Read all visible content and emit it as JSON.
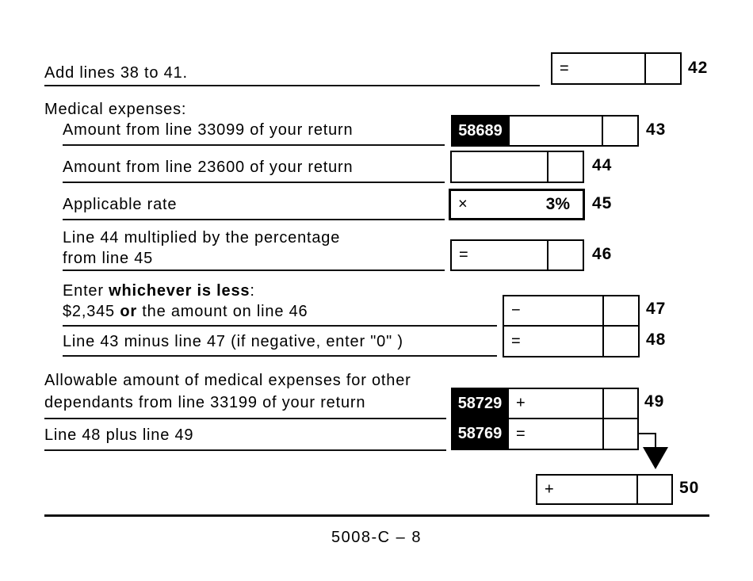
{
  "form": {
    "heading": "Medical expenses:",
    "footer": "5008-C – 8",
    "lines": {
      "l42": {
        "label": "Add lines 38 to 41.",
        "symbol": "=",
        "number": "42"
      },
      "l43": {
        "label": "Amount from line 33099 of your return",
        "code": "58689",
        "number": "43"
      },
      "l44": {
        "label": "Amount from line 23600 of your return",
        "number": "44"
      },
      "l45": {
        "label": "Applicable rate",
        "symbol": "×",
        "rate": "3%",
        "number": "45"
      },
      "l46": {
        "label_line1": "Line 44 multiplied by the percentage",
        "label_line2": "from line 45",
        "symbol": "=",
        "number": "46"
      },
      "l47": {
        "line1_prefix": "Enter ",
        "line1_bold": "whichever is less",
        "line1_suffix": ":",
        "line2_prefix": "$2,345 ",
        "line2_bold": "or",
        "line2_suffix": " the amount on line 46",
        "symbol": "−",
        "number": "47"
      },
      "l48": {
        "label": "Line 43 minus line 47 (if negative, enter \"0\" )",
        "symbol": "=",
        "number": "48"
      },
      "l49": {
        "label_line1": "Allowable amount of medical expenses for other",
        "label_line2": "dependants from line 33199 of your return",
        "code": "58729",
        "symbol": "+",
        "number": "49"
      },
      "l50a": {
        "label": "Line 48 plus line 49",
        "code": "58769",
        "symbol": "="
      },
      "l50": {
        "symbol": "+",
        "number": "50"
      }
    }
  }
}
